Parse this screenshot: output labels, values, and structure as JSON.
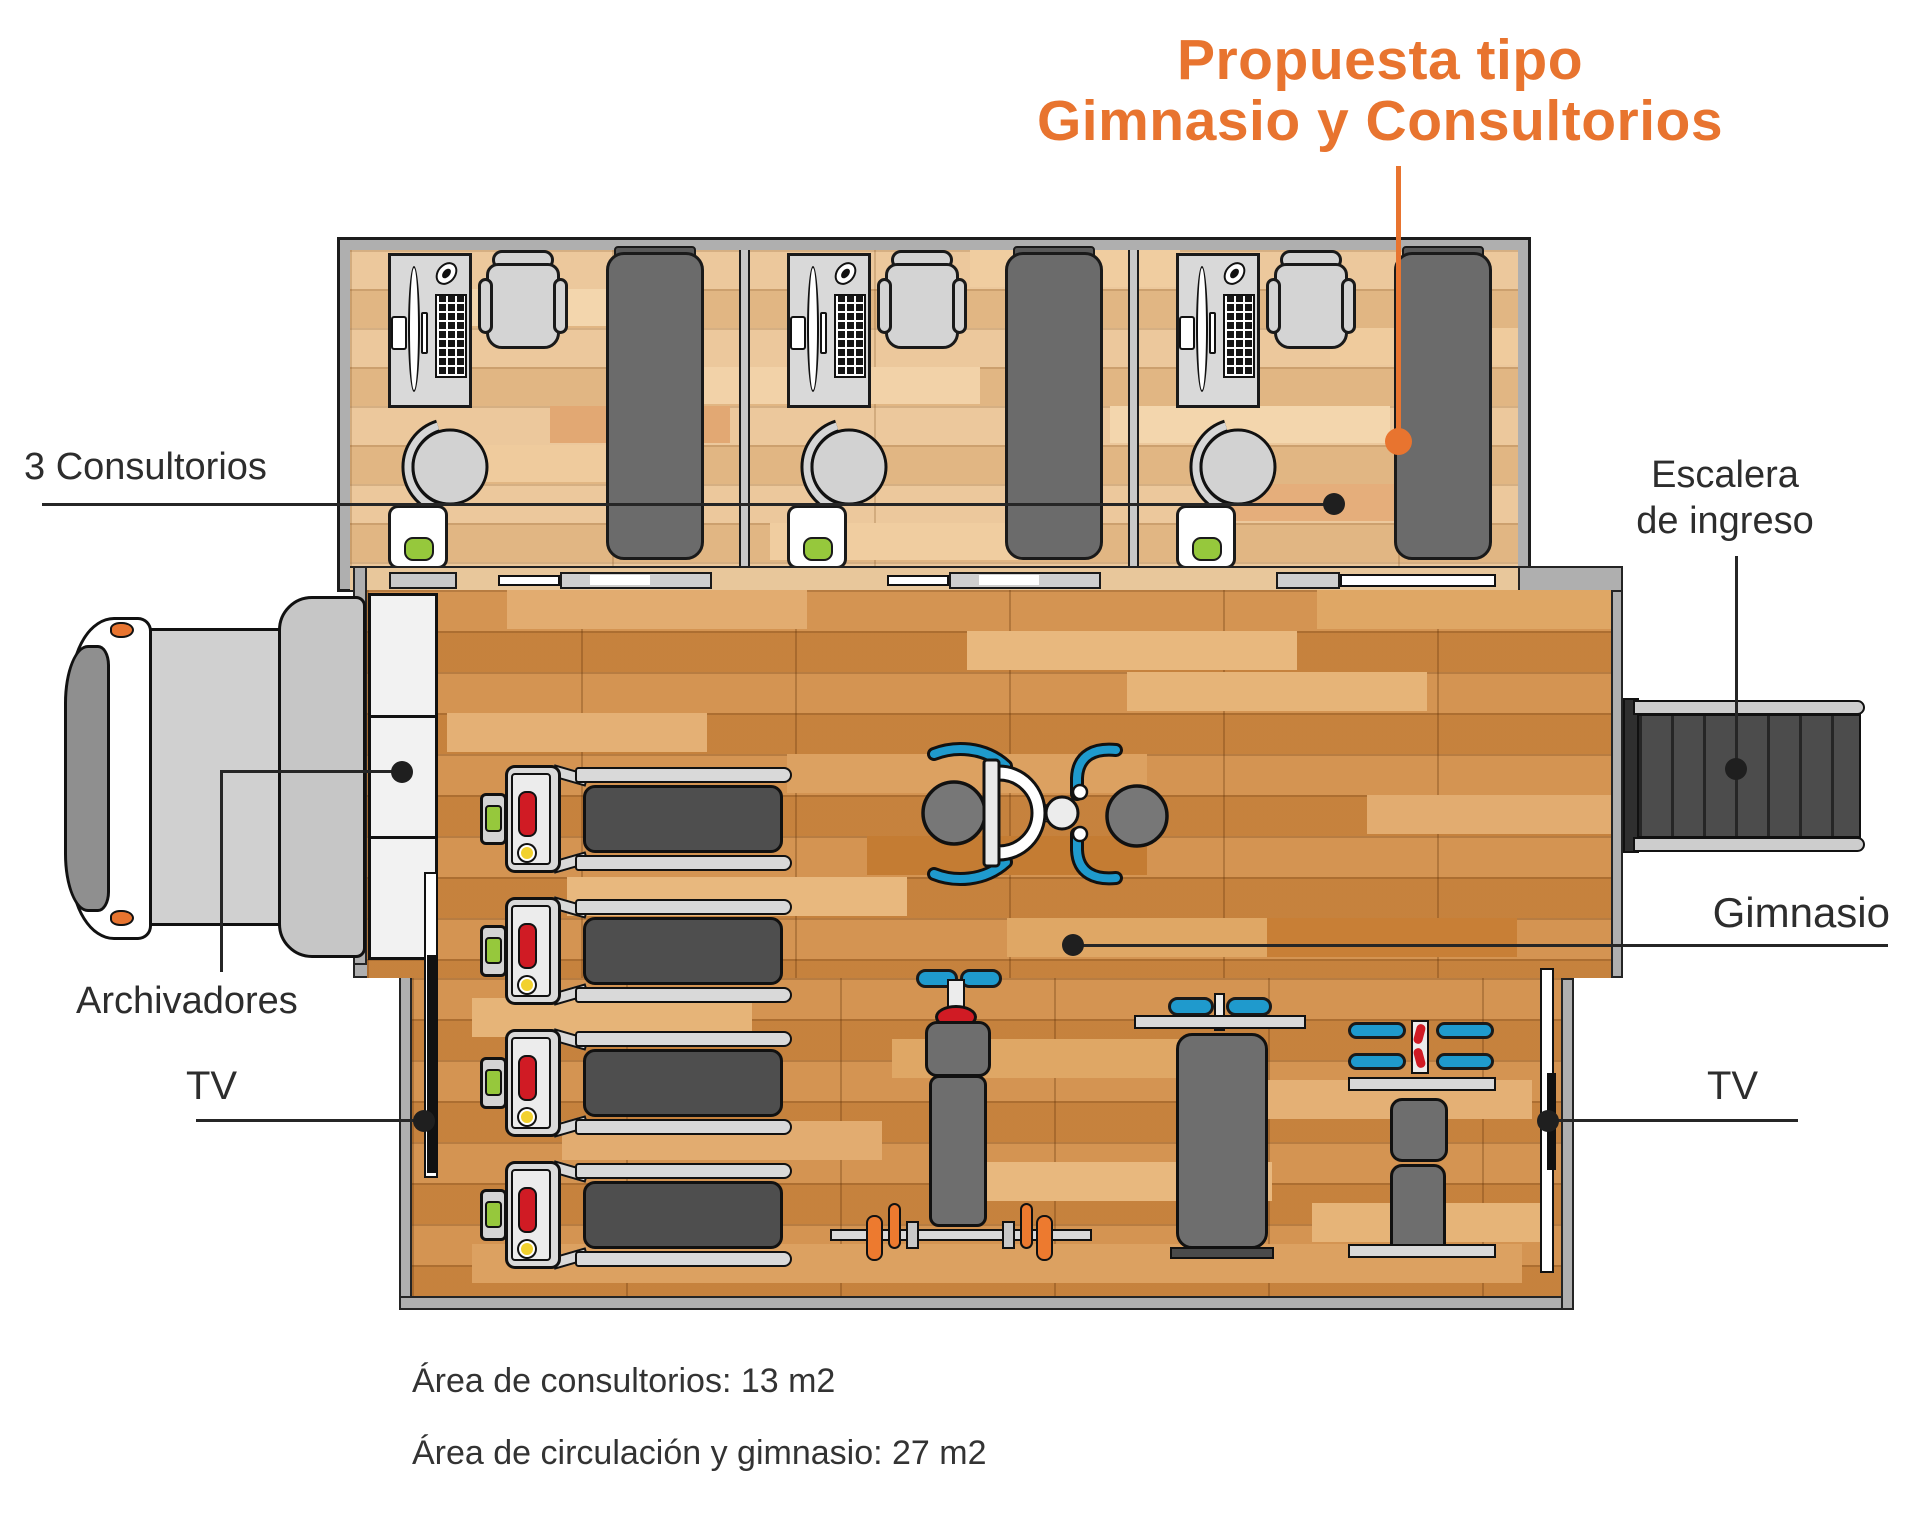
{
  "title": {
    "line1": "Propuesta tipo",
    "line2": "Gimnasio y Consultorios",
    "color": "#E8742F"
  },
  "labels": {
    "consultorios": "3 Consultorios",
    "escalera_line1": "Escalera",
    "escalera_line2": "de ingreso",
    "gimnasio": "Gimnasio",
    "archivadores": "Archivadores",
    "tv_left": "TV",
    "tv_right": "TV"
  },
  "footer": {
    "area_consultorios": "Área de consultorios: 13 m2",
    "area_gimnasio": "Área de circulación y gimnasio: 27 m2"
  },
  "colors": {
    "accent_orange": "#E8742F",
    "wall_gray": "#AFAFAF",
    "floor_consultorios": "#EAC291",
    "floor_gym": "#D18C45",
    "equipment_dark_gray": "#6B6B6B",
    "equipment_light_gray": "#D9D9D9",
    "sink_green": "#96C83C",
    "treadmill_red": "#D01B24",
    "treadmill_yellow": "#F2D12E",
    "machine_blue": "#1F9ACD",
    "weight_orange": "#ED7A2F",
    "pointer_line": "#262626"
  }
}
